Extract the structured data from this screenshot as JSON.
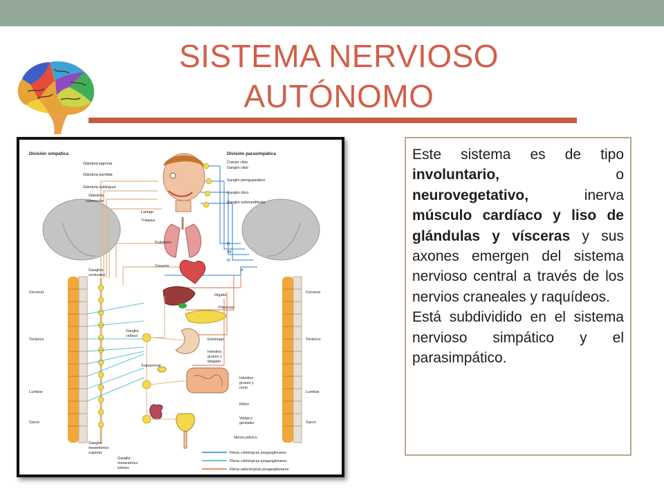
{
  "slide": {
    "title_line1": "SISTEMA NERVIOSO",
    "title_line2": "AUTÓNOMO",
    "colors": {
      "title": "#d0604a",
      "top_band": "#94a89a",
      "rule": "#c65a45",
      "box_border": "#b8a48a"
    }
  },
  "description": {
    "t1": "Este sistema es de tipo ",
    "b1": "involuntario,",
    "t2": " o ",
    "b2": "neurovegetativo,",
    "t3": " inerva ",
    "b3": "músculo cardíaco y liso de glándulas y vísceras",
    "t4": " y sus axones emergen del sistema nervioso central  a través de los nervios craneales y raquídeos.",
    "p2": "Está subdividido en el sistema nervioso simpático y el parasimpático."
  },
  "diagram": {
    "header_left": "División simpática",
    "header_right": "División parasimpática",
    "left_labels": {
      "lagrimal": "Glándula lagrimal",
      "parotida": "Glándula parótida",
      "sublingual": "Glándula sublingual",
      "submaxilar_1": "Glándula",
      "submaxilar_2": "submaxilar",
      "ganglios_cerv_1": "Ganglios",
      "ganglios_cerv_2": "cervicales",
      "ganglio_celiaco_1": "Ganglio",
      "ganglio_celiaco_2": "celíaco",
      "mesent_sup_1": "Ganglio",
      "mesent_sup_2": "mesentérico",
      "mesent_sup_3": "superior",
      "mesent_inf_1": "Ganglio",
      "mesent_inf_2": "mesentérico",
      "mesent_inf_3": "inferior"
    },
    "right_labels": {
      "cuerpo_ciliar": "Cuerpo ciliar",
      "ganglio_ciliar": "Ganglio ciliar",
      "pterigopalatino": "Ganglio pterigopalatino",
      "otico": "Ganglio ótico",
      "submandibular": "Ganglio submandibular"
    },
    "cranial_nerves": {
      "n3": "III",
      "n7": "VII",
      "n9": "IX",
      "n10": "X"
    },
    "organ_labels": {
      "laringe": "Laringe",
      "traquea": "Tráquea",
      "pulmones": "Pulmones",
      "corazon": "Corazón",
      "higado": "Hígado",
      "pancreas": "Páncreas",
      "estomago": "Estómago",
      "intestino_gd_1": "Intestino",
      "intestino_gd_2": "grueso y",
      "intestino_gd_3": "delgado",
      "suprarrenal": "Suprarrenal",
      "intestino_gr_1": "Intestino",
      "intestino_gr_2": "grueso y",
      "intestino_gr_3": "recto",
      "rinon": "Riñón",
      "vejiga_1": "Vejiga y",
      "vejiga_2": "genitales",
      "nervio_pelvico": "Nervio pélvico"
    },
    "regions": {
      "cervical": "Cervical",
      "toracico": "Torácico",
      "lumbar": "Lumbar",
      "sacro": "Sacro"
    },
    "legend": {
      "pre": "Fibras colinérgicas preganglionares",
      "pos": "Fibras colinérgicas posganglionares",
      "adr": "Fibras adrenérgicas posganglionares"
    },
    "colors": {
      "pre": "#2a7bd1",
      "pos": "#2fb4c4",
      "adr": "#e06a3e",
      "nerve_tan": "#d9b48a",
      "spine": "#f5a623",
      "brain": "#bcbcbc"
    }
  }
}
